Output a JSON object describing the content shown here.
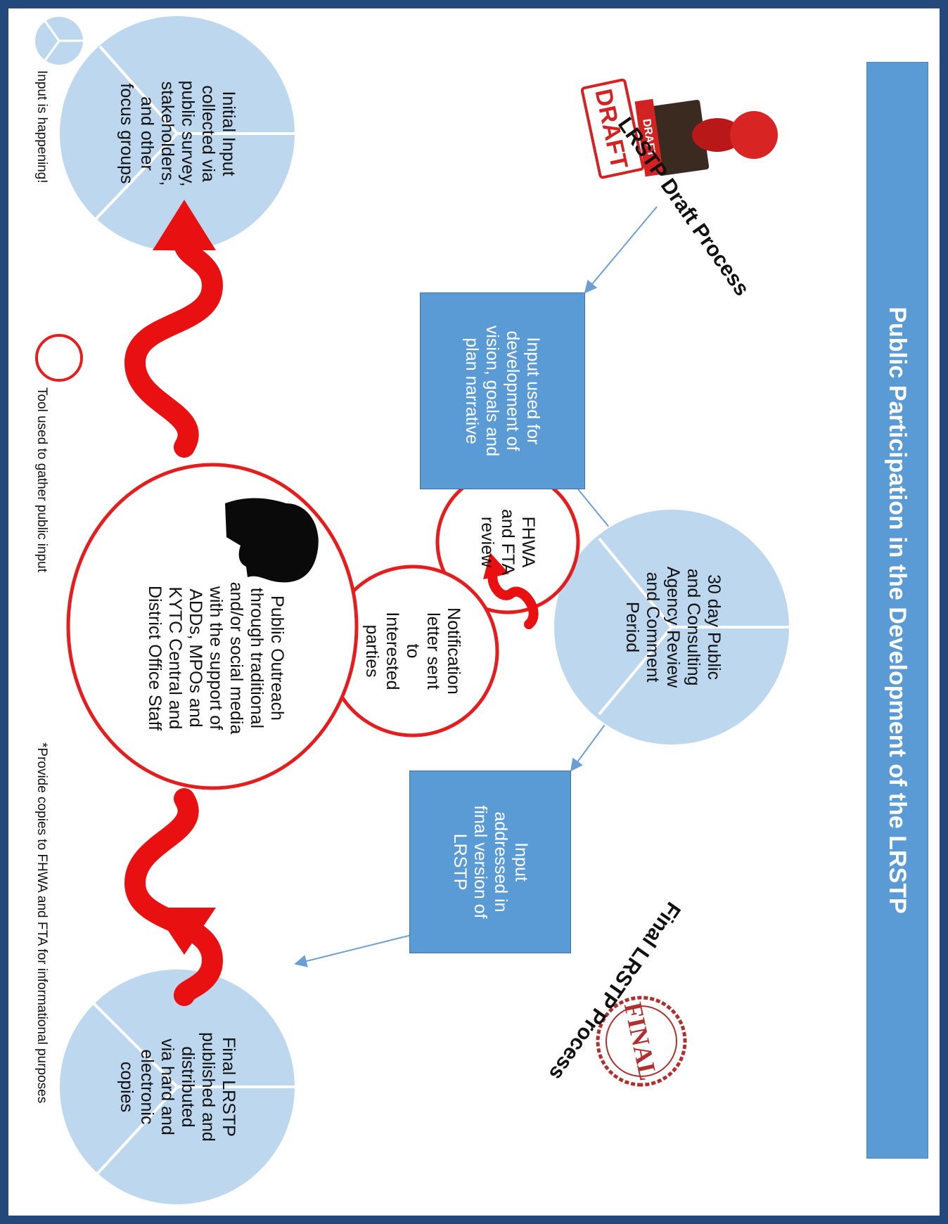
{
  "title": "Public Participation in the Development of the LRSTP",
  "sections": {
    "draft": "LRSTP Draft Process",
    "final": "Final LRSTP Process"
  },
  "stamps": {
    "draft_label": "DRAFT",
    "draft_stamp_face": "DRAFT",
    "final_label": "FINAL"
  },
  "steps": {
    "initial_input": "Initial Input\ncollected via\npublic survey,\nstakeholders,\nand other\nfocus groups",
    "input_vision": "Input used for\ndevelopment of\nvision, goals and\nplan narrative",
    "review_period": "30 day Public\nand Consulting\nAgency Review\nand Comment\nPeriod",
    "input_final": "Input\naddressed in\nfinal version of\nLRSTP",
    "final_published": "Final LRSTP\npublished and\ndistributed\nvia hard and\nelectronic\ncopies"
  },
  "tools": {
    "fhwa_review": "FHWA\nand FTA\nreview",
    "notification": "Notification\nletter sent\nto\nInterested\nparties",
    "outreach": "Public Outreach\nthrough traditional\nand/or social media\nwith the support of\nADDs, MPOs and\nKYTC Central and\nDistrict Office Staff"
  },
  "legend": {
    "input_label": "Input is happening!",
    "tool_label": "Tool used to gather public input"
  },
  "footnote": "*Provide copies to FHWA and FTA for informational purposes",
  "colors": {
    "frame": "#23487c",
    "banner": "#5b9bd5",
    "box": "#5b9bd5",
    "bubble": "#bdd7ee",
    "tool_ring": "#e41e1e",
    "arrow": "#e81010",
    "connector": "#6b9fd4",
    "final_stamp": "#b03030"
  }
}
